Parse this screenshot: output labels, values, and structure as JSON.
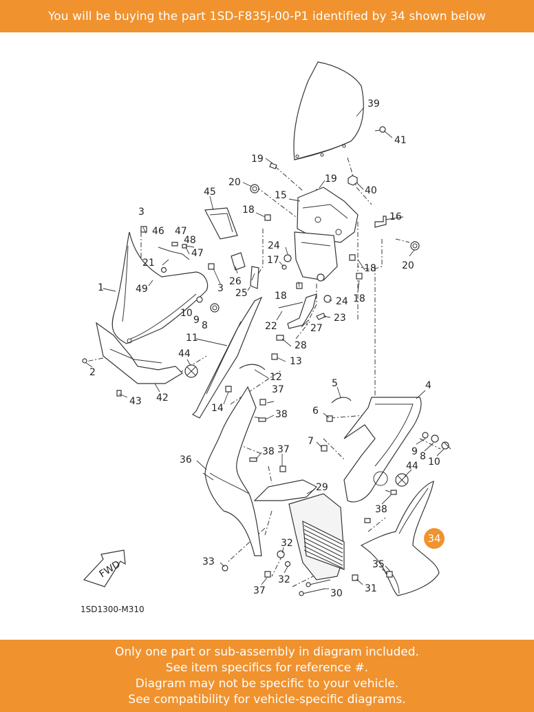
{
  "header": {
    "text": "You will be buying the part 1SD-F835J-00-P1 identified by 34 shown below"
  },
  "footer": {
    "lines": [
      "Only one part or sub-assembly in diagram included.",
      "See item specifics for reference #.",
      "Diagram may not be specific to your vehicle.",
      "See compatibility for vehicle-specific diagrams."
    ]
  },
  "diagram": {
    "code": "1SD1300-M310",
    "fwd_label": "FWD",
    "highlighted": "34",
    "colors": {
      "banner": "#f0922e",
      "highlight": "#f0922e",
      "line": "#333333"
    },
    "labels": {
      "n1": "1",
      "n2": "2",
      "n3a": "3",
      "n3b": "3",
      "n4": "4",
      "n5": "5",
      "n6": "6",
      "n7": "7",
      "n8a": "8",
      "n8b": "8",
      "n9a": "9",
      "n9b": "9",
      "n10a": "10",
      "n10b": "10",
      "n11": "11",
      "n12": "12",
      "n13": "13",
      "n14": "14",
      "n15": "15",
      "n16": "16",
      "n17": "17",
      "n18a": "18",
      "n18b": "18",
      "n18c": "18",
      "n18d": "18",
      "n19a": "19",
      "n19b": "19",
      "n20a": "20",
      "n20b": "20",
      "n21": "21",
      "n22": "22",
      "n23": "23",
      "n24a": "24",
      "n24b": "24",
      "n25": "25",
      "n26": "26",
      "n27": "27",
      "n28": "28",
      "n29": "29",
      "n30": "30",
      "n31": "31",
      "n32a": "32",
      "n32b": "32",
      "n33": "33",
      "n35": "35",
      "n36": "36",
      "n37a": "37",
      "n37b": "37",
      "n37c": "37",
      "n38a": "38",
      "n38b": "38",
      "n38c": "38",
      "n39": "39",
      "n40": "40",
      "n41": "41",
      "n42": "42",
      "n43": "43",
      "n44a": "44",
      "n44b": "44",
      "n45": "45",
      "n46": "46",
      "n47a": "47",
      "n47b": "47",
      "n48": "48",
      "n49": "49"
    }
  }
}
